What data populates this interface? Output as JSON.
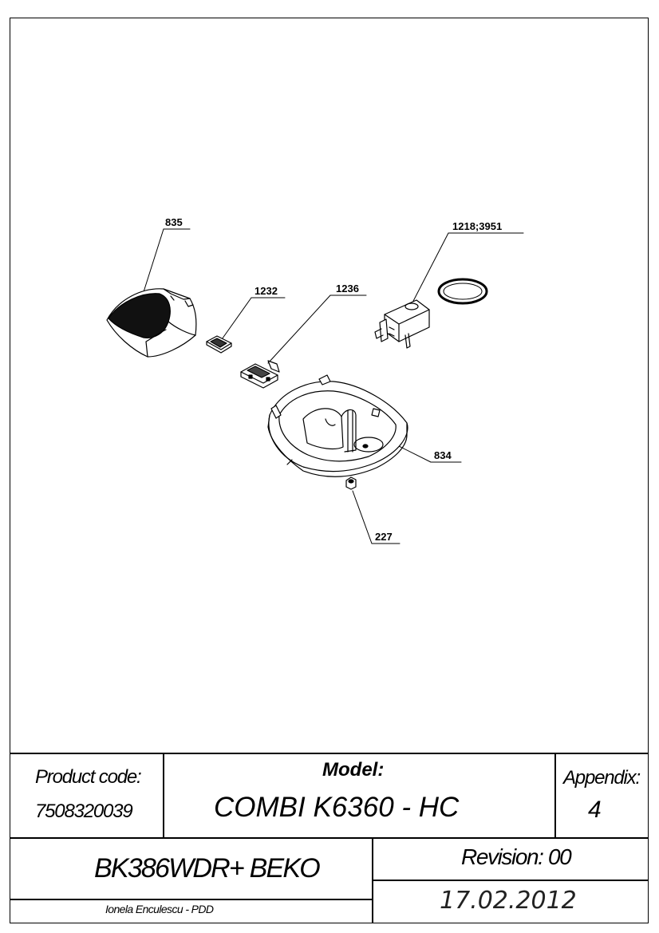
{
  "callouts": {
    "part_835": "835",
    "part_1232": "1232",
    "part_1236": "1236",
    "part_1218_3951": "1218;3951",
    "part_834": "834",
    "part_227": "227"
  },
  "title_block": {
    "product_code_label": "Product code:",
    "product_code": "7508320039",
    "model_label": "Model:",
    "model": "COMBI K6360 - HC",
    "appendix_label": "Appendix:",
    "appendix": "4",
    "product_name": "BK386WDR+ BEKO",
    "revision": "Revision: 00",
    "author": "Ionela Enculescu - PDD",
    "date": "17.02.2012"
  }
}
